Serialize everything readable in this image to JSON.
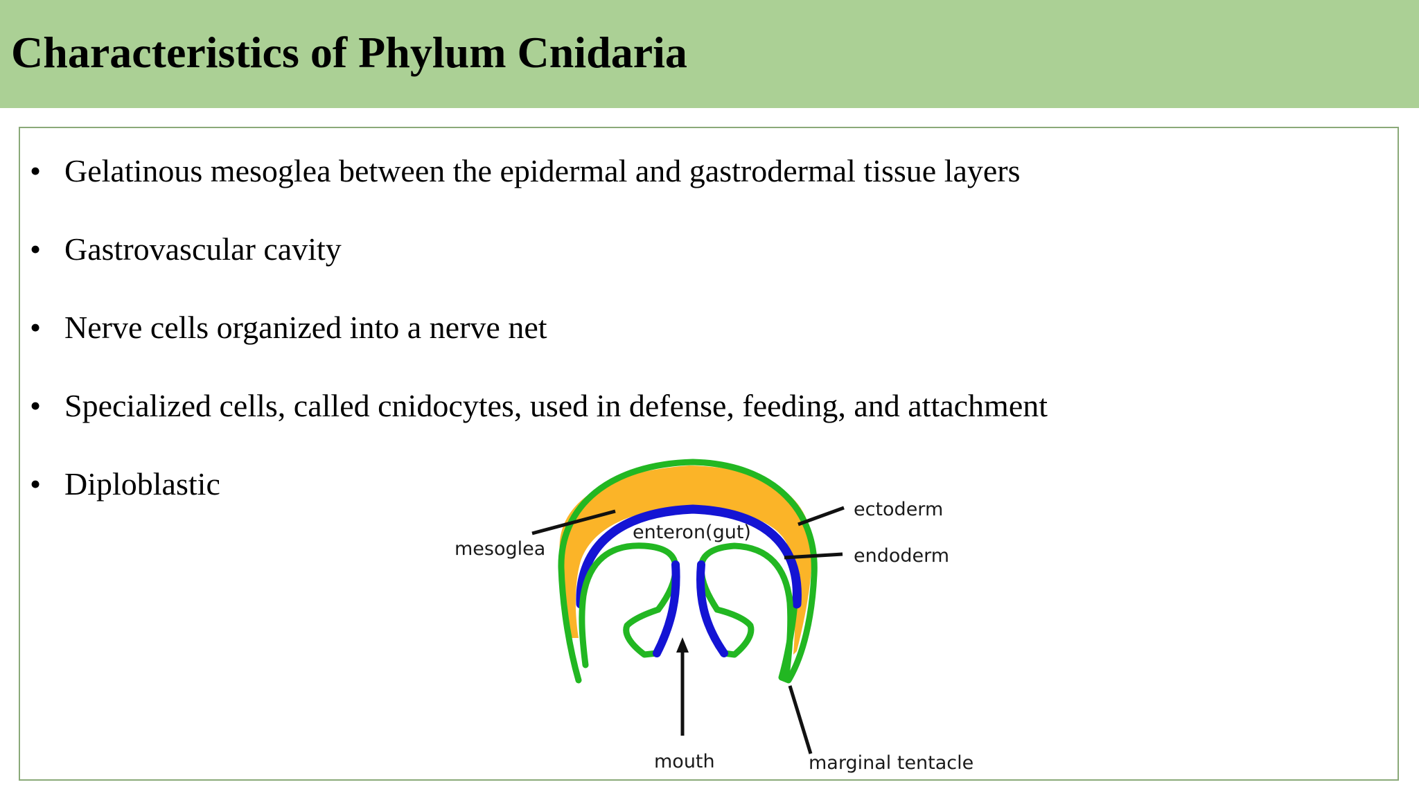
{
  "header": {
    "title": "Characteristics of Phylum Cnidaria"
  },
  "bullet_glyph": "•",
  "bullets": [
    "Gelatinous mesoglea between the epidermal and gastrodermal tissue layers",
    "Gastrovascular cavity",
    "Nerve cells organized into a nerve net",
    "Specialized cells, called cnidocytes, used in defense, feeding, and attachment",
    "Diploblastic"
  ],
  "diagram": {
    "labels": {
      "mesoglea": "mesoglea",
      "enteron": "enteron(gut)",
      "ectoderm": "ectoderm",
      "endoderm": "endoderm",
      "mouth": "mouth",
      "marginal_tentacle": "marginal tentacle"
    },
    "colors": {
      "ectoderm": "#22b722",
      "endoderm": "#1414d4",
      "mesoglea": "#fbb428",
      "pointer": "#111111"
    }
  }
}
